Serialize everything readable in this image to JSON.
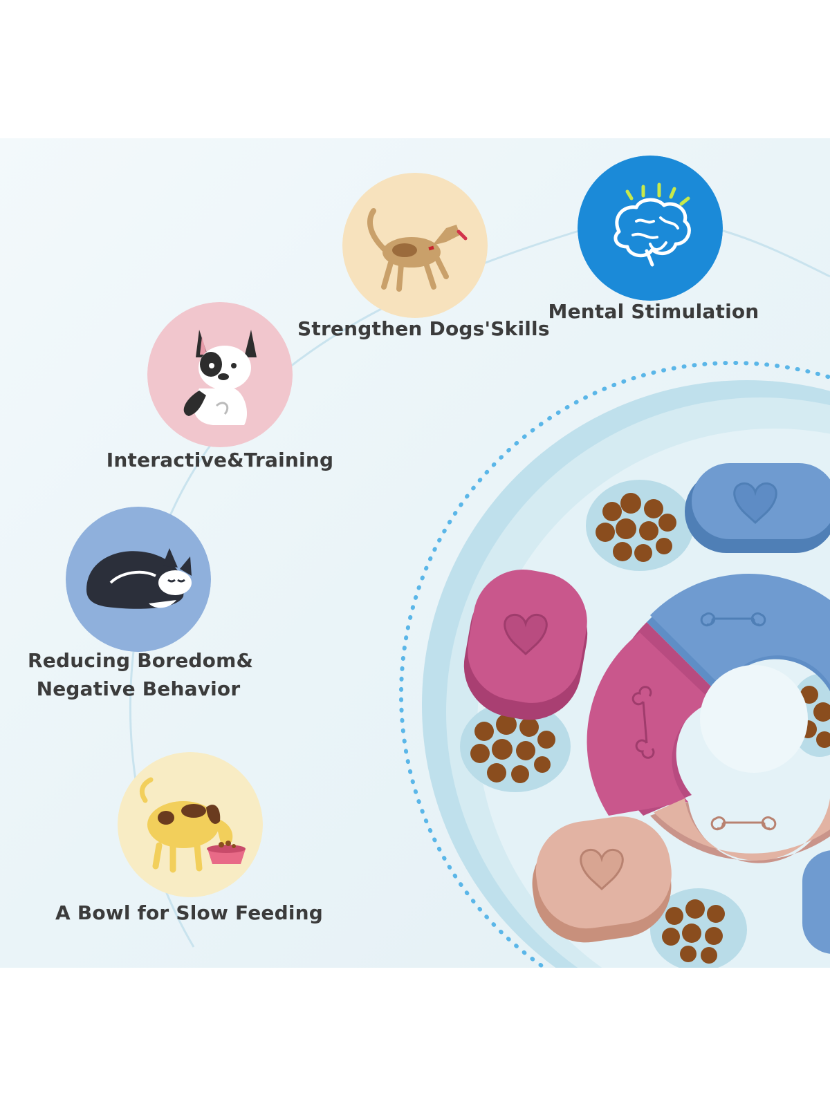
{
  "features": [
    {
      "label": "Strengthen Dogs'Skills",
      "icon": "jumping-dog-icon",
      "color": "#f7e2bd"
    },
    {
      "label": "Mental Stimulation",
      "icon": "brain-icon",
      "color": "#1b8ad8"
    },
    {
      "label": "Interactive&Training",
      "icon": "sitting-bulldog-icon",
      "color": "#f1c6cd"
    },
    {
      "label_lines": [
        "Reducing Boredom&",
        "Negative Behavior"
      ],
      "icon": "sleeping-husky-icon",
      "color": "#8fb0dc"
    },
    {
      "label": "A Bowl for Slow Feeding",
      "icon": "eating-dog-icon",
      "color": "#f8ecc4"
    }
  ],
  "colors": {
    "puzzle_base": "#cfe9f1",
    "blue_cover": "#6f9bd0",
    "pink_cover": "#c9578c",
    "beige_cover": "#e2b3a3",
    "kibble": "#8a4d1e",
    "ring_line": "#6fc0ea"
  }
}
